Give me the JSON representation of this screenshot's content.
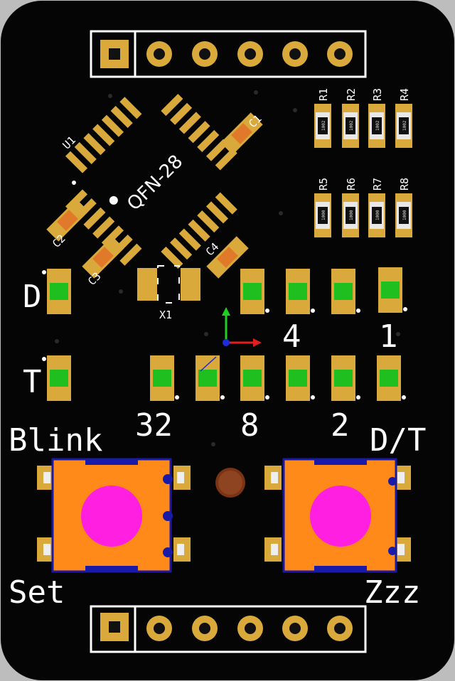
{
  "headers": {
    "top": {
      "pins": 6
    },
    "bottom": {
      "pins": 6
    }
  },
  "chip": {
    "designator": "U1",
    "package": "QFN-28"
  },
  "resistors": [
    "R1",
    "R2",
    "R3",
    "R4",
    "R5",
    "R6",
    "R7",
    "R8"
  ],
  "resistor_codes": [
    "1002",
    "1002",
    "1002",
    "1002",
    "1000",
    "1000",
    "1000",
    "1000"
  ],
  "capacitors": [
    "C1",
    "C2",
    "C3",
    "C4"
  ],
  "crystal": "X1",
  "row_labels": {
    "top": "D",
    "bottom": "T"
  },
  "bit_labels": {
    "four": "4",
    "one": "1",
    "thirtytwo": "32",
    "eight": "8",
    "two": "2"
  },
  "button_labels": {
    "blink": "Blink",
    "dt": "D/T",
    "set": "Set",
    "zzz": "Zzz"
  },
  "colors": {
    "board": "#050505",
    "silkscreen": "#ffffff",
    "pad": "#d9a93b",
    "led_body": "#1fbf1f",
    "button_body": "#ff8a1a",
    "button_cap": "#ff1fe0",
    "button_frame": "#1a1aa8",
    "cap_body": "#e07a2a"
  }
}
